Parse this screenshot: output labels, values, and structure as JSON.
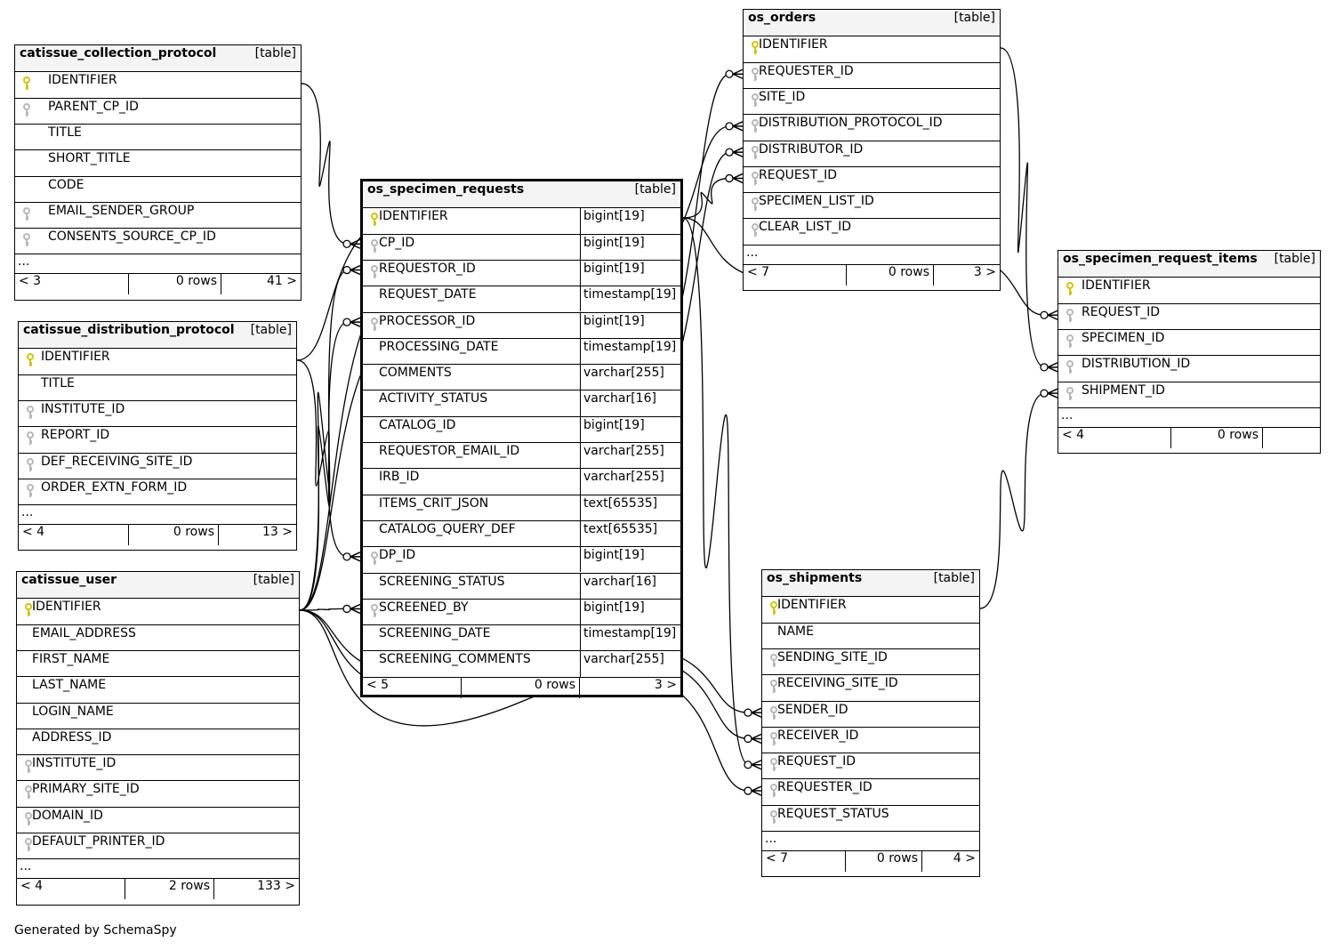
{
  "footer_text": "Generated by SchemaSpy",
  "colors": {
    "primary_key": "#d4c400",
    "foreign_key": "#b8b8b8",
    "header_bg": "#f4f4f4",
    "line": "#000000"
  },
  "tables": {
    "collection_protocol": {
      "name": "catissue_collection_protocol",
      "tag": "[table]",
      "columns": [
        {
          "name": "IDENTIFIER",
          "key": "pk"
        },
        {
          "name": "PARENT_CP_ID",
          "key": "fk"
        },
        {
          "name": "TITLE",
          "key": ""
        },
        {
          "name": "SHORT_TITLE",
          "key": ""
        },
        {
          "name": "CODE",
          "key": ""
        },
        {
          "name": "EMAIL_SENDER_GROUP",
          "key": "fk"
        },
        {
          "name": "CONSENTS_SOURCE_CP_ID",
          "key": "fk"
        }
      ],
      "ellipsis": "...",
      "foot": [
        "< 3",
        "0 rows",
        "41 >"
      ]
    },
    "distribution_protocol": {
      "name": "catissue_distribution_protocol",
      "tag": "[table]",
      "columns": [
        {
          "name": "IDENTIFIER",
          "key": "pk"
        },
        {
          "name": "TITLE",
          "key": ""
        },
        {
          "name": "INSTITUTE_ID",
          "key": "fk"
        },
        {
          "name": "REPORT_ID",
          "key": "fk"
        },
        {
          "name": "DEF_RECEIVING_SITE_ID",
          "key": "fk"
        },
        {
          "name": "ORDER_EXTN_FORM_ID",
          "key": "fk"
        }
      ],
      "ellipsis": "...",
      "foot": [
        "< 4",
        "0 rows",
        "13 >"
      ]
    },
    "user": {
      "name": "catissue_user",
      "tag": "[table]",
      "columns": [
        {
          "name": "IDENTIFIER",
          "key": "pk"
        },
        {
          "name": "EMAIL_ADDRESS",
          "key": ""
        },
        {
          "name": "FIRST_NAME",
          "key": ""
        },
        {
          "name": "LAST_NAME",
          "key": ""
        },
        {
          "name": "LOGIN_NAME",
          "key": ""
        },
        {
          "name": "ADDRESS_ID",
          "key": ""
        },
        {
          "name": "INSTITUTE_ID",
          "key": "fk"
        },
        {
          "name": "PRIMARY_SITE_ID",
          "key": "fk"
        },
        {
          "name": "DOMAIN_ID",
          "key": "fk"
        },
        {
          "name": "DEFAULT_PRINTER_ID",
          "key": "fk"
        }
      ],
      "ellipsis": "...",
      "foot": [
        "< 4",
        "2 rows",
        "133 >"
      ]
    },
    "specimen_requests": {
      "name": "os_specimen_requests",
      "tag": "[table]",
      "columns": [
        {
          "name": "IDENTIFIER",
          "type": "bigint[19]",
          "key": "pk"
        },
        {
          "name": "CP_ID",
          "type": "bigint[19]",
          "key": "fk"
        },
        {
          "name": "REQUESTOR_ID",
          "type": "bigint[19]",
          "key": "fk"
        },
        {
          "name": "REQUEST_DATE",
          "type": "timestamp[19]",
          "key": ""
        },
        {
          "name": "PROCESSOR_ID",
          "type": "bigint[19]",
          "key": "fk"
        },
        {
          "name": "PROCESSING_DATE",
          "type": "timestamp[19]",
          "key": ""
        },
        {
          "name": "COMMENTS",
          "type": "varchar[255]",
          "key": ""
        },
        {
          "name": "ACTIVITY_STATUS",
          "type": "varchar[16]",
          "key": ""
        },
        {
          "name": "CATALOG_ID",
          "type": "bigint[19]",
          "key": ""
        },
        {
          "name": "REQUESTOR_EMAIL_ID",
          "type": "varchar[255]",
          "key": ""
        },
        {
          "name": "IRB_ID",
          "type": "varchar[255]",
          "key": ""
        },
        {
          "name": "ITEMS_CRIT_JSON",
          "type": "text[65535]",
          "key": ""
        },
        {
          "name": "CATALOG_QUERY_DEF",
          "type": "text[65535]",
          "key": ""
        },
        {
          "name": "DP_ID",
          "type": "bigint[19]",
          "key": "fk"
        },
        {
          "name": "SCREENING_STATUS",
          "type": "varchar[16]",
          "key": ""
        },
        {
          "name": "SCREENED_BY",
          "type": "bigint[19]",
          "key": "fk"
        },
        {
          "name": "SCREENING_DATE",
          "type": "timestamp[19]",
          "key": ""
        },
        {
          "name": "SCREENING_COMMENTS",
          "type": "varchar[255]",
          "key": ""
        }
      ],
      "foot": [
        "< 5",
        "0 rows",
        "3 >"
      ]
    },
    "orders": {
      "name": "os_orders",
      "tag": "[table]",
      "columns": [
        {
          "name": "IDENTIFIER",
          "key": "pk"
        },
        {
          "name": "REQUESTER_ID",
          "key": "fk"
        },
        {
          "name": "SITE_ID",
          "key": "fk"
        },
        {
          "name": "DISTRIBUTION_PROTOCOL_ID",
          "key": "fk"
        },
        {
          "name": "DISTRIBUTOR_ID",
          "key": "fk"
        },
        {
          "name": "REQUEST_ID",
          "key": "fk"
        },
        {
          "name": "SPECIMEN_LIST_ID",
          "key": "fk"
        },
        {
          "name": "CLEAR_LIST_ID",
          "key": "fk"
        }
      ],
      "ellipsis": "...",
      "foot": [
        "< 7",
        "0 rows",
        "3 >"
      ]
    },
    "request_items": {
      "name": "os_specimen_request_items",
      "tag": "[table]",
      "columns": [
        {
          "name": "IDENTIFIER",
          "key": "pk"
        },
        {
          "name": "REQUEST_ID",
          "key": "fk"
        },
        {
          "name": "SPECIMEN_ID",
          "key": "fk"
        },
        {
          "name": "DISTRIBUTION_ID",
          "key": "fk"
        },
        {
          "name": "SHIPMENT_ID",
          "key": "fk"
        }
      ],
      "ellipsis": "...",
      "foot": [
        "< 4",
        "0 rows",
        ""
      ]
    },
    "shipments": {
      "name": "os_shipments",
      "tag": "[table]",
      "columns": [
        {
          "name": "IDENTIFIER",
          "key": "pk"
        },
        {
          "name": "NAME",
          "key": ""
        },
        {
          "name": "SENDING_SITE_ID",
          "key": "fk"
        },
        {
          "name": "RECEIVING_SITE_ID",
          "key": "fk"
        },
        {
          "name": "SENDER_ID",
          "key": "fk"
        },
        {
          "name": "RECEIVER_ID",
          "key": "fk"
        },
        {
          "name": "REQUEST_ID",
          "key": "fk"
        },
        {
          "name": "REQUESTER_ID",
          "key": "fk"
        },
        {
          "name": "REQUEST_STATUS",
          "key": "fk"
        }
      ],
      "ellipsis": "...",
      "foot": [
        "< 7",
        "0 rows",
        "4 >"
      ]
    }
  }
}
